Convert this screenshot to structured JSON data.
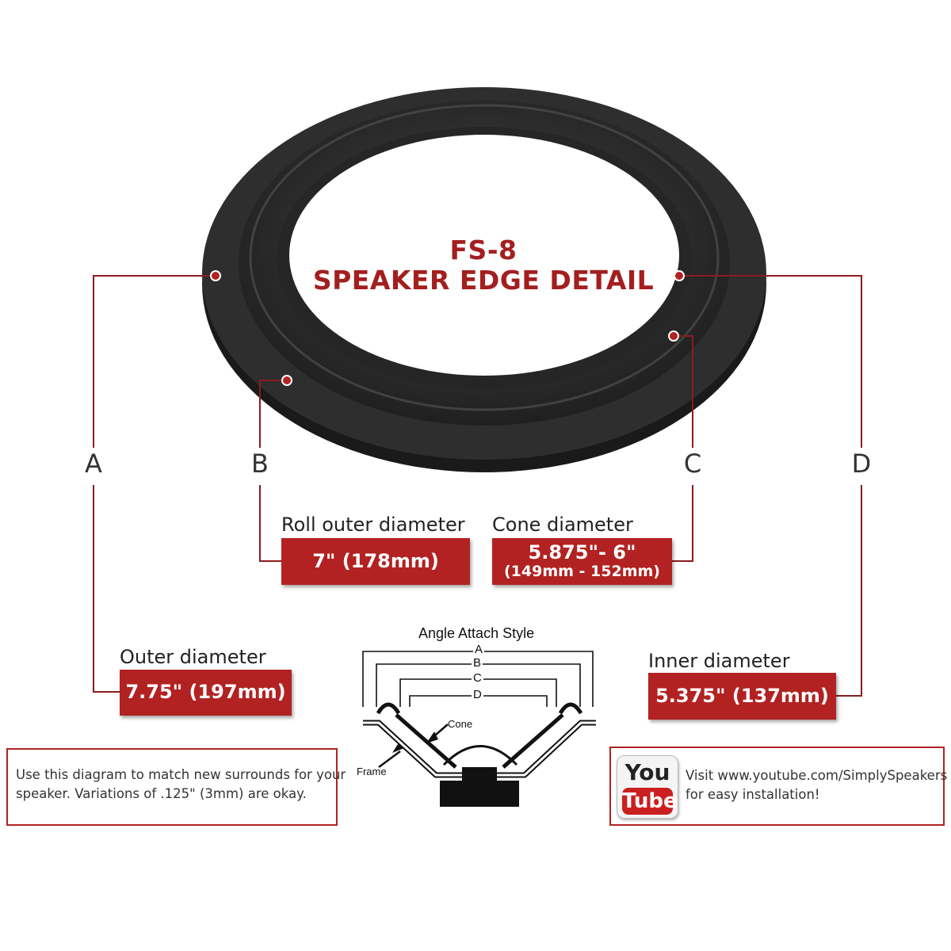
{
  "title": {
    "line1": "FS-8",
    "line2": "SPEAKER EDGE DETAIL"
  },
  "letters": {
    "a": "A",
    "b": "B",
    "c": "C",
    "d": "D"
  },
  "dimensions": {
    "roll_outer": {
      "caption": "Roll outer diameter",
      "value": "7\" (178mm)"
    },
    "cone": {
      "caption": "Cone diameter",
      "value": "5.875\"- 6\"",
      "sub": "(149mm - 152mm)"
    },
    "outer": {
      "caption": "Outer diameter",
      "value": "7.75\" (197mm)"
    },
    "inner": {
      "caption": "Inner diameter",
      "value": "5.375\" (137mm)"
    }
  },
  "attach_diagram": {
    "title": "Angle Attach Style",
    "labels": [
      "A",
      "B",
      "C",
      "D"
    ],
    "cone_label": "Cone",
    "frame_label": "Frame"
  },
  "note": {
    "line1": "Use this diagram to match new surrounds for your",
    "line2": "speaker. Variations of .125\" (3mm) are okay."
  },
  "youtube": {
    "logo_top": "You",
    "logo_bottom": "Tube",
    "line1": "Visit www.youtube.com/SimplySpeakers",
    "line2": "for easy installation!"
  },
  "colors": {
    "accent": "#b22222",
    "title": "#a31f1f",
    "foam": "#2b2b2b"
  }
}
